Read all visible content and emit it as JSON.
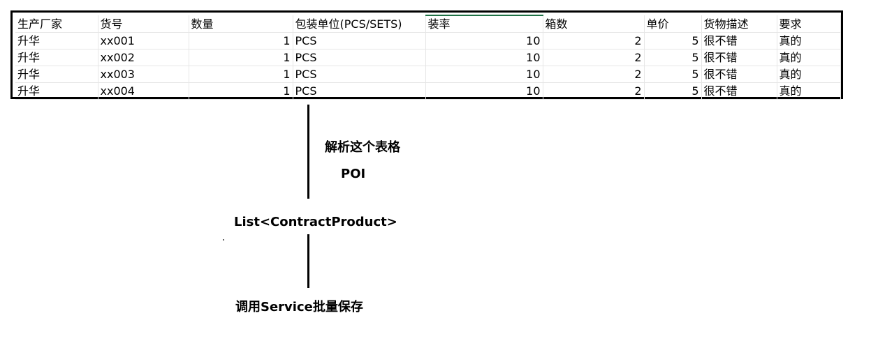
{
  "table": {
    "headers": [
      "生产厂家",
      "货号",
      "数量",
      "包装单位(PCS/SETS)",
      "装率",
      "箱数",
      "单价",
      "货物描述",
      "要求"
    ],
    "rows": [
      [
        "升华",
        "xx001",
        "1",
        "PCS",
        "10",
        "2",
        "5",
        "很不错",
        "真的"
      ],
      [
        "升华",
        "xx002",
        "1",
        "PCS",
        "10",
        "2",
        "5",
        "很不错",
        "真的"
      ],
      [
        "升华",
        "xx003",
        "1",
        "PCS",
        "10",
        "2",
        "5",
        "很不错",
        "真的"
      ],
      [
        "升华",
        "xx004",
        "1",
        "PCS",
        "10",
        "2",
        "5",
        "很不错",
        "真的"
      ]
    ]
  },
  "flow": {
    "parse_label": "解析这个表格",
    "tool_label": "POI",
    "result_label": "List<ContractProduct>",
    "save_label": "调用Service批量保存"
  }
}
